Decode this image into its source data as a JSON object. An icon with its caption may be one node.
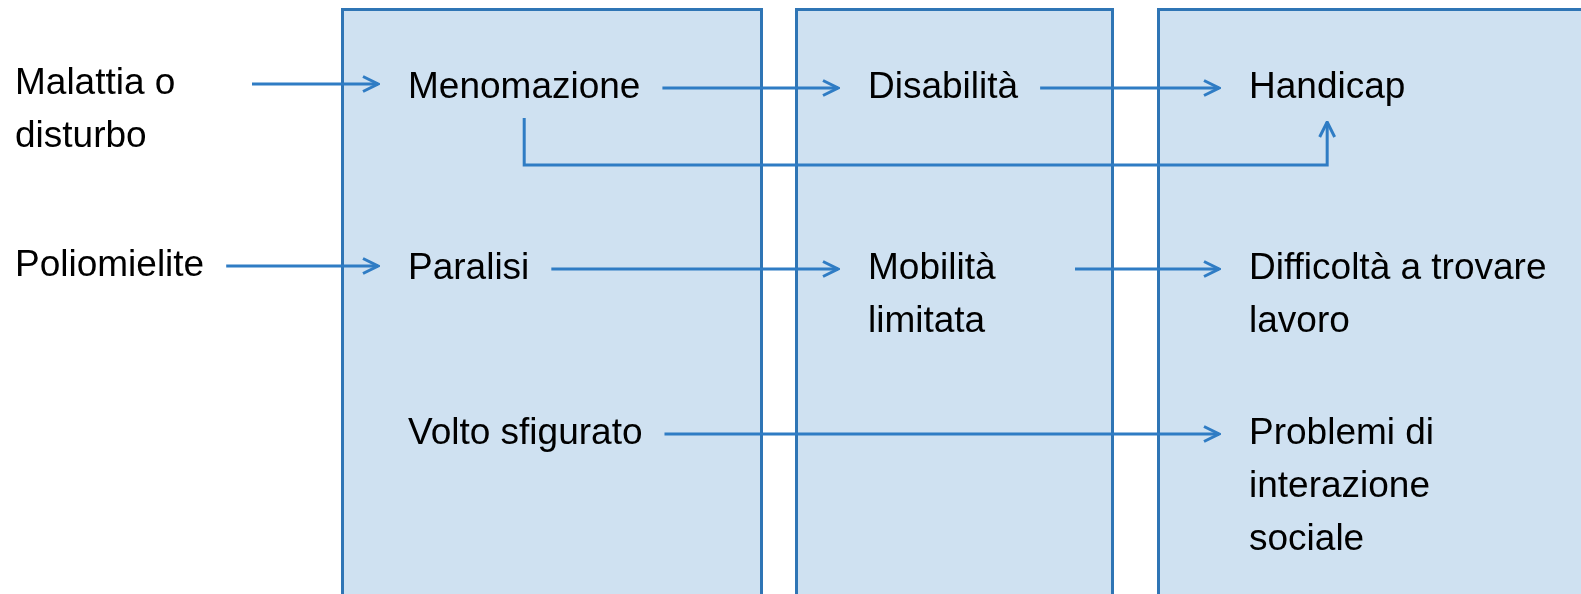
{
  "diagram": {
    "nodes": [
      {
        "text": [
          "Malattia o disturbo"
        ]
      },
      {
        "text": [],
        "shape": "box"
      },
      {
        "text": [
          "Menomazione"
        ],
        "in": 1
      },
      {
        "text": [
          "Paralisi"
        ],
        "in": 1
      },
      {
        "text": [
          "Volto sfigurato"
        ],
        "in": 1
      },
      {
        "text": [],
        "shape": "box"
      },
      {
        "text": [
          "Disabilità"
        ],
        "in": 5
      },
      {
        "text": [
          "Mobilità limitata"
        ],
        "in": 5
      },
      {
        "text": [],
        "shape": "box"
      },
      {
        "text": [
          "Handicap"
        ],
        "in": 8
      },
      {
        "text": [
          "Difficoltà a trovare lavoro"
        ],
        "in": 8
      },
      {
        "text": [
          "Problemi di interazione sociale"
        ],
        "in": 8
      },
      {
        "text": [
          "Poliomielite"
        ]
      }
    ],
    "edges": [
      {
        "from": 0,
        "to": 2,
        "arrow": "to"
      },
      {
        "from": 2,
        "to": 6,
        "arrow": "to"
      },
      {
        "from": 6,
        "to": 9,
        "arrow": "to"
      },
      {
        "from": 2,
        "to": 9,
        "arrow": "to"
      },
      {
        "from": 12,
        "to": 3,
        "arrow": "to"
      },
      {
        "from": 3,
        "to": 7,
        "arrow": "to"
      },
      {
        "from": 7,
        "to": 10,
        "arrow": "to"
      },
      {
        "from": 4,
        "to": 11,
        "arrow": "to"
      }
    ]
  }
}
